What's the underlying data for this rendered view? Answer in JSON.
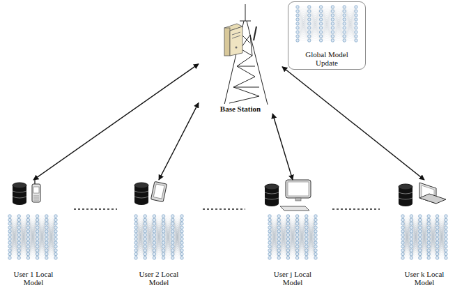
{
  "diagram": {
    "nodes": [
      {
        "text": [
          "Base Station"
        ]
      },
      {
        "text": [
          "Global Model Update"
        ]
      },
      {
        "text": [
          "User 1 Local Model"
        ]
      },
      {
        "text": [
          "User 2 Local Model"
        ]
      },
      {
        "text": [
          "User j Local Model"
        ]
      },
      {
        "text": [
          "User k Local Model"
        ]
      }
    ],
    "edges": [
      {
        "from": 0,
        "to": 2,
        "arrow": "both"
      },
      {
        "from": 0,
        "to": 3,
        "arrow": "both"
      },
      {
        "from": 0,
        "to": 4,
        "arrow": "both"
      },
      {
        "from": 0,
        "to": 5,
        "arrow": "both"
      }
    ]
  }
}
